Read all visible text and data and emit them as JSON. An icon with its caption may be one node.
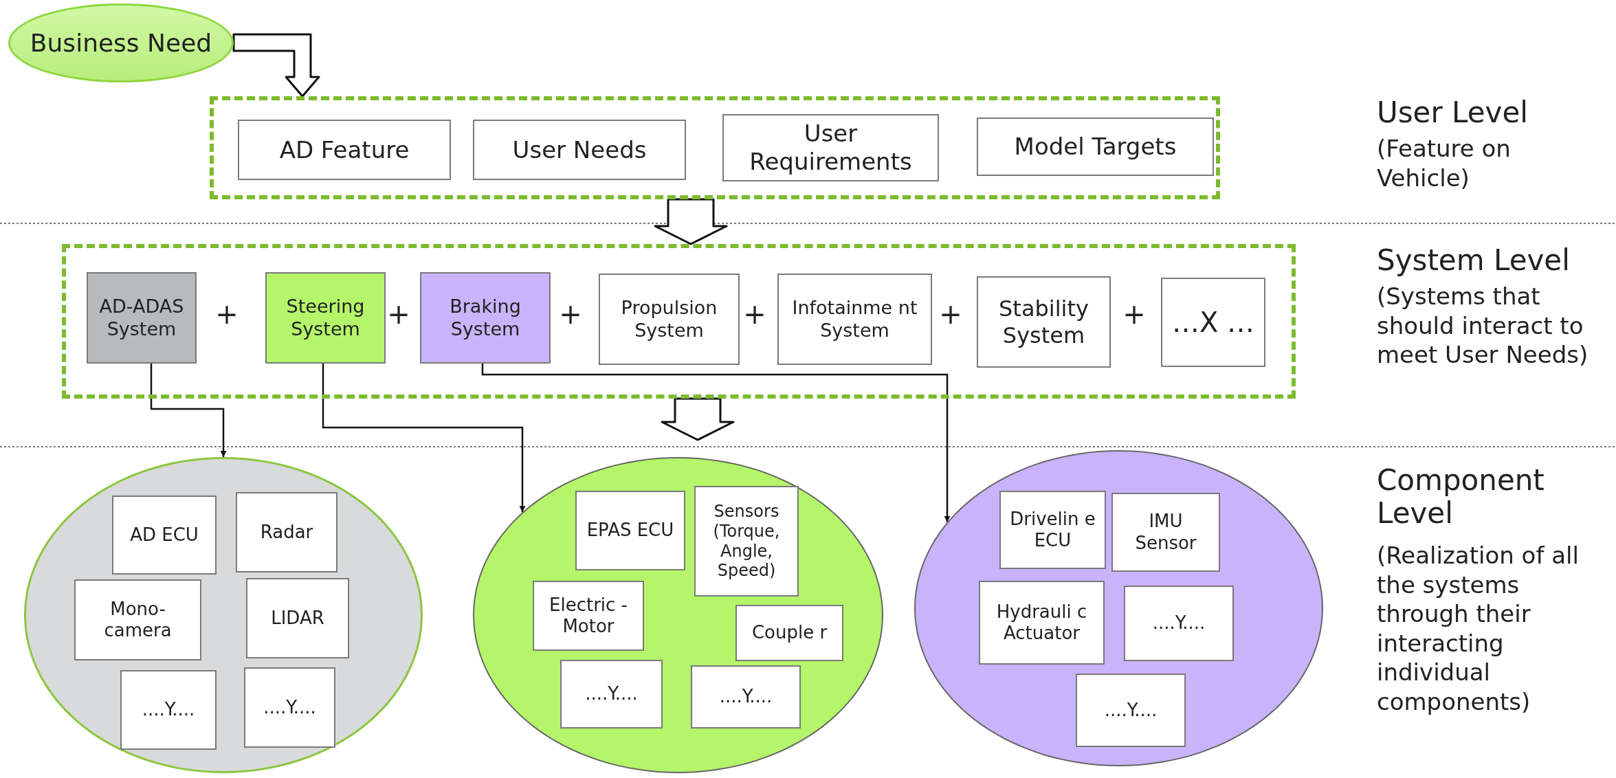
{
  "diagram": {
    "nodes": [
      {
        "text": [
          "Business Need"
        ]
      },
      {
        "text": [],
        "shape": "box"
      },
      {
        "text": [
          "AD Feature"
        ],
        "in": 1
      },
      {
        "text": [
          "User Needs"
        ],
        "in": 1
      },
      {
        "text": [
          "User Requirements"
        ],
        "in": 1
      },
      {
        "text": [
          "Model Targets"
        ],
        "in": 1
      },
      {
        "text": [],
        "shape": "box"
      },
      {
        "text": [
          "AD-ADAS System"
        ],
        "in": 6
      },
      {
        "text": [
          "Steering System"
        ],
        "in": 6
      },
      {
        "text": [
          "Braking System"
        ],
        "in": 6
      },
      {
        "text": [
          "Propulsion System"
        ],
        "in": 6
      },
      {
        "text": [
          "Infotainme nt System"
        ],
        "in": 6
      },
      {
        "text": [
          "Stability System"
        ],
        "in": 6
      },
      {
        "text": [
          "…X …"
        ],
        "in": 6
      },
      {
        "text": [],
        "shape": "ellipse"
      },
      {
        "text": [
          "AD ECU"
        ],
        "in": 14
      },
      {
        "text": [
          "Radar"
        ],
        "in": 14
      },
      {
        "text": [
          "Mono-camera"
        ],
        "in": 14
      },
      {
        "text": [
          "LIDAR"
        ],
        "in": 14
      },
      {
        "text": [
          "....Y...."
        ],
        "in": 14
      },
      {
        "text": [
          "....Y...."
        ],
        "in": 14
      },
      {
        "text": [],
        "shape": "ellipse"
      },
      {
        "text": [
          "EPAS ECU"
        ],
        "in": 21
      },
      {
        "text": [
          "Sensors (Torque, Angle, Speed)"
        ],
        "in": 21
      },
      {
        "text": [
          "Electric -Motor"
        ],
        "in": 21
      },
      {
        "text": [
          "Couple r"
        ],
        "in": 21
      },
      {
        "text": [
          "....Y...."
        ],
        "in": 21
      },
      {
        "text": [
          "....Y...."
        ],
        "in": 21
      },
      {
        "text": [],
        "shape": "ellipse"
      },
      {
        "text": [
          "Drivelin e ECU"
        ],
        "in": 28
      },
      {
        "text": [
          "IMU Sensor"
        ],
        "in": 28
      },
      {
        "text": [
          "Hydrauli c Actuator"
        ],
        "in": 28
      },
      {
        "text": [
          "....Y...."
        ],
        "in": 28
      },
      {
        "text": [
          "....Y...."
        ],
        "in": 28
      }
    ],
    "edges": [
      {
        "from": 0,
        "to": 1,
        "arrow": "to",
        "style": "thick"
      },
      {
        "from": 1,
        "to": 6,
        "arrow": "to",
        "style": "thick"
      },
      {
        "from": 6,
        "to": null,
        "arrow": "to",
        "style": "thick"
      },
      {
        "from": 7,
        "to": 14,
        "arrow": "to"
      },
      {
        "from": 8,
        "to": 21,
        "arrow": "to"
      },
      {
        "from": 9,
        "to": 28,
        "arrow": "to"
      }
    ],
    "labels": [
      "User Level",
      "(Feature on Vehicle)",
      "System Level",
      "(Systems that should interact to meet User Needs)",
      "+",
      "+",
      "+",
      "+",
      "+",
      "+",
      "Component Level",
      "(Realization of all the systems through their interacting individual components)"
    ]
  }
}
